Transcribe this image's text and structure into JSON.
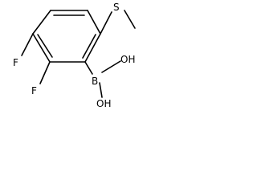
{
  "molecule": {
    "substituents": {
      "methylthio_S": "S",
      "fluoro_top": "F",
      "fluoro_bottom": "F",
      "boron": "B",
      "hydroxyl_top": "OH",
      "hydroxyl_bottom": "OH"
    },
    "colors": {
      "bonds": "#000000",
      "labels": "#000000",
      "background": "#ffffff"
    }
  }
}
